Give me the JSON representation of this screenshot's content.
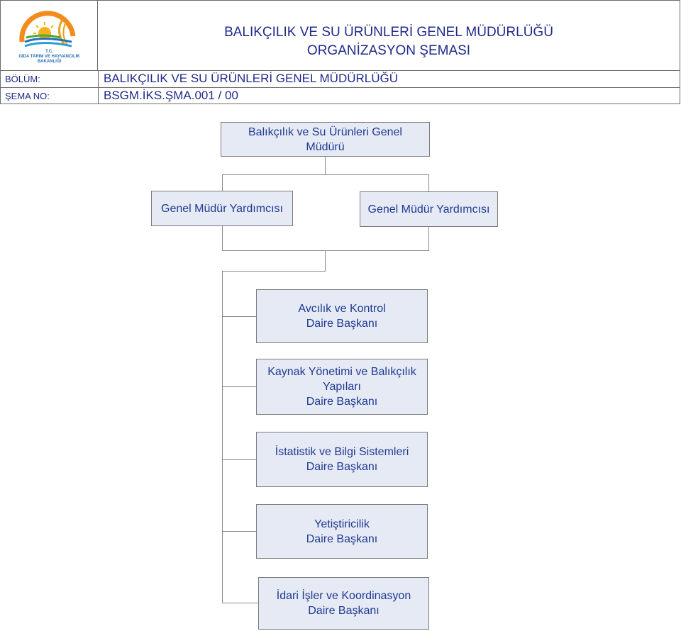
{
  "header": {
    "logo_top": "T.C.",
    "logo_mid": "GIDA TARIM VE HAYVANCILIK",
    "logo_bottom": "BAKANLIĞI",
    "title_line1": "BALIKÇILIK VE SU ÜRÜNLERİ GENEL MÜDÜRLÜĞÜ",
    "title_line2": "ORGANİZASYON ŞEMASI",
    "bolum_label": "BÖLÜM:",
    "bolum_value": "BALIKÇILIK VE SU ÜRÜNLERİ GENEL MÜDÜRLÜĞÜ",
    "sema_label": "ŞEMA NO:",
    "sema_value": "BSGM.İKS.ŞMA.001 / 00"
  },
  "chart": {
    "root": {
      "line1": "Balıkçılık ve Su Ürünleri Genel",
      "line2": "Müdürü"
    },
    "deputies": [
      {
        "line1": "Genel Müdür Yardımcısı"
      },
      {
        "line1": "Genel Müdür Yardımcısı"
      }
    ],
    "departments": [
      {
        "line1": "Avcılık ve Kontrol",
        "line2": "Daire Başkanı"
      },
      {
        "line1": "Kaynak Yönetimi ve Balıkçılık",
        "line2": "Yapıları",
        "line3": "Daire Başkanı"
      },
      {
        "line1": "İstatistik ve Bilgi Sistemleri",
        "line2": "Daire Başkanı"
      },
      {
        "line1": "Yetiştiricilik",
        "line2": "Daire Başkanı"
      },
      {
        "line1": "İdari İşler ve Koordinasyon",
        "line2": "Daire Başkanı"
      }
    ]
  },
  "colors": {
    "box_fill": "#e6eaf4",
    "text": "#1f3a93",
    "logo_orange": "#f28c1e",
    "logo_green": "#4aa83c",
    "logo_blue": "#2a6fb5"
  }
}
